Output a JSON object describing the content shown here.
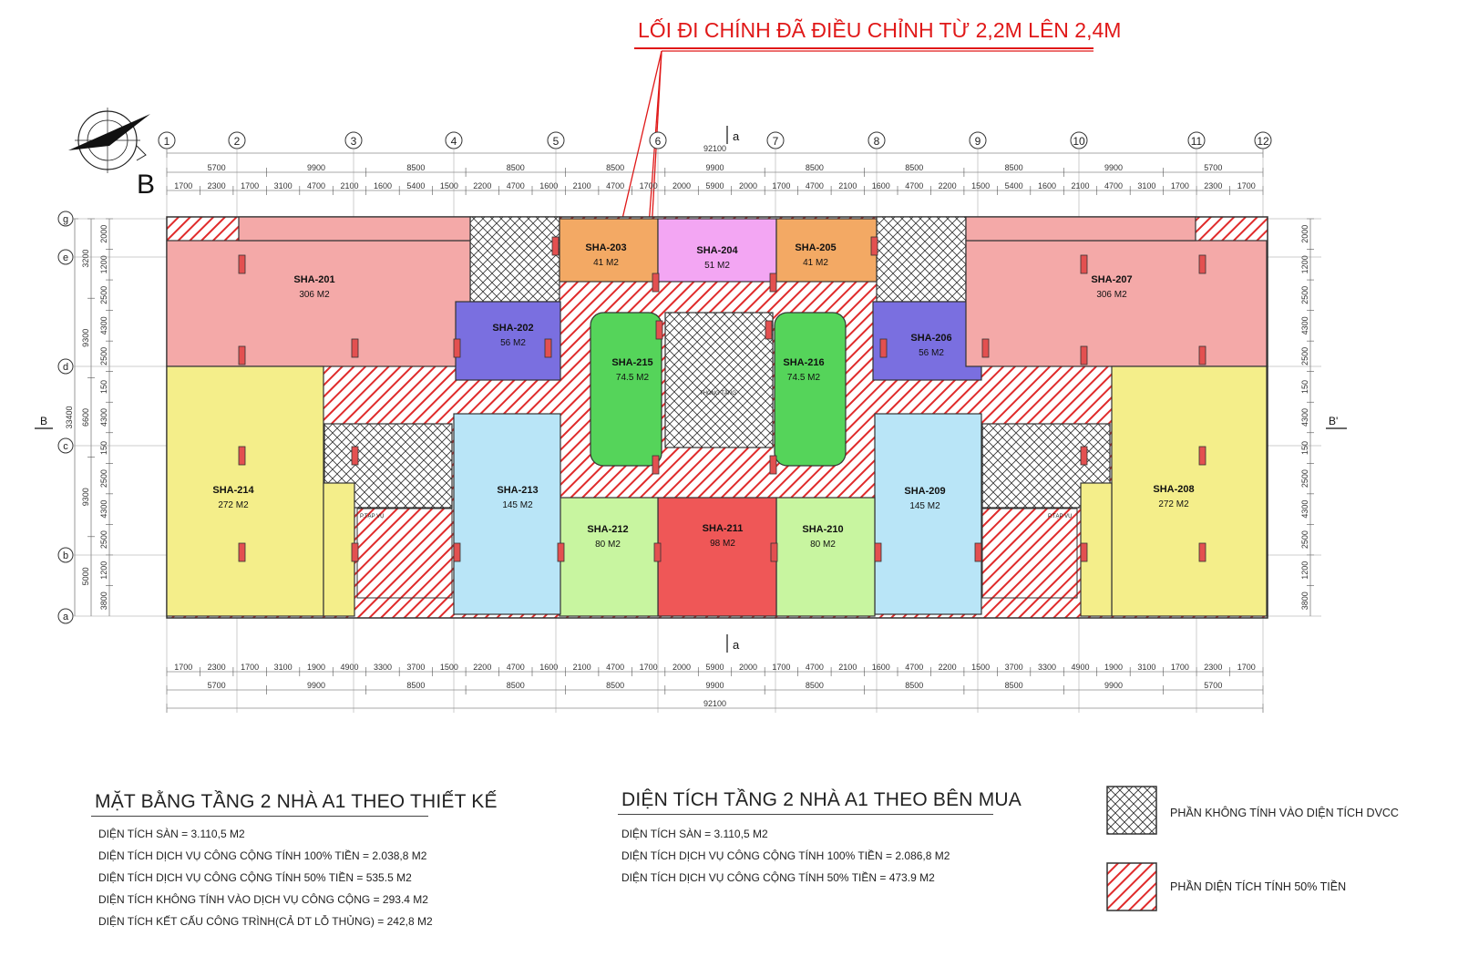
{
  "annotation": {
    "text": "LỐI ĐI CHÍNH ĐÃ ĐIỀU CHỈNH TỪ 2,2M LÊN 2,4M",
    "color": "#e01818"
  },
  "compass_label": "B",
  "section_marks": {
    "top": "a",
    "bottom": "a",
    "left": "B",
    "right": "B'"
  },
  "grid_columns": [
    "1",
    "2",
    "3",
    "4",
    "5",
    "6",
    "7",
    "8",
    "9",
    "10",
    "11",
    "12"
  ],
  "grid_rows": [
    "g",
    "e",
    "d",
    "c",
    "b",
    "a"
  ],
  "dimensions": {
    "total_width": "92100",
    "total_height": "33400",
    "top_major": [
      "5700",
      "9900",
      "8500",
      "8500",
      "8500",
      "9900",
      "8500",
      "8500",
      "8500",
      "9900",
      "5700"
    ],
    "top_minor": [
      "1700",
      "2300",
      "1700",
      "3100",
      "4700",
      "2100",
      "1600",
      "5400",
      "1500",
      "2200",
      "4700",
      "1600",
      "2100",
      "4700",
      "1700",
      "2000",
      "5900",
      "2000",
      "1700",
      "4700",
      "2100",
      "1600",
      "4700",
      "2200",
      "1500",
      "5400",
      "1600",
      "2100",
      "4700",
      "3100",
      "1700",
      "2300",
      "1700"
    ],
    "bottom_minor": [
      "1700",
      "2300",
      "1700",
      "3100",
      "1900",
      "4900",
      "3300",
      "3700",
      "1500",
      "2200",
      "4700",
      "1600",
      "2100",
      "4700",
      "1700",
      "2000",
      "5900",
      "2000",
      "1700",
      "4700",
      "2100",
      "1600",
      "4700",
      "2200",
      "1500",
      "3700",
      "3300",
      "4900",
      "1900",
      "3100",
      "1700",
      "2300",
      "1700"
    ],
    "bottom_major": [
      "5700",
      "9900",
      "8500",
      "8500",
      "8500",
      "9900",
      "8500",
      "8500",
      "8500",
      "9900",
      "5700"
    ],
    "left_major": [
      "3200",
      "9300",
      "6600",
      "9300",
      "5000"
    ],
    "left_minor": [
      "2000",
      "1200",
      "2500",
      "4300",
      "2500",
      "150",
      "4300",
      "150",
      "2500",
      "4300",
      "2500",
      "1200",
      "3800"
    ]
  },
  "units": [
    {
      "id": "SHA-201",
      "area": "306 M2",
      "color": "#f4a9a8"
    },
    {
      "id": "SHA-202",
      "area": "56 M2",
      "color": "#7a6fe0"
    },
    {
      "id": "SHA-203",
      "area": "41 M2",
      "color": "#f3a964"
    },
    {
      "id": "SHA-204",
      "area": "51 M2",
      "color": "#f3a6f3"
    },
    {
      "id": "SHA-205",
      "area": "41 M2",
      "color": "#f3a964"
    },
    {
      "id": "SHA-206",
      "area": "56 M2",
      "color": "#7a6fe0"
    },
    {
      "id": "SHA-207",
      "area": "306 M2",
      "color": "#f4a9a8"
    },
    {
      "id": "SHA-208",
      "area": "272 M2",
      "color": "#f4ee8a"
    },
    {
      "id": "SHA-209",
      "area": "145 M2",
      "color": "#b9e5f7"
    },
    {
      "id": "SHA-210",
      "area": "80 M2",
      "color": "#c8f5a0"
    },
    {
      "id": "SHA-211",
      "area": "98 M2",
      "color": "#ef5757"
    },
    {
      "id": "SHA-212",
      "area": "80 M2",
      "color": "#c8f5a0"
    },
    {
      "id": "SHA-213",
      "area": "145 M2",
      "color": "#b9e5f7"
    },
    {
      "id": "SHA-214",
      "area": "272 M2",
      "color": "#f4ee8a"
    },
    {
      "id": "SHA-215",
      "area": "74.5 M2",
      "color": "#55d45a"
    },
    {
      "id": "SHA-216",
      "area": "74.5 M2",
      "color": "#55d45a"
    }
  ],
  "small_labels": {
    "void": "THÔNG TẦNG",
    "service_left": "P.TẠP VỤ",
    "service_right": "P.TẠP VỤ"
  },
  "design_block": {
    "title": "MẶT BẰNG TẦNG 2 NHÀ A1 THEO THIẾT KẾ",
    "lines": [
      "DIỆN TÍCH SÀN = 3.110,5 M2",
      "DIỆN TÍCH DỊCH VỤ CÔNG CỘNG TÍNH 100% TIỀN = 2.038,8 M2",
      "DIỆN TÍCH DỊCH VỤ CÔNG CỘNG TÍNH 50% TIỀN = 535.5 M2",
      "DIỆN TÍCH KHÔNG TÍNH VÀO DỊCH VỤ CÔNG CỘNG = 293.4 M2",
      "DIỆN TÍCH KẾT CẤU CÔNG TRÌNH(CẢ DT LỖ THỦNG) = 242,8 M2"
    ]
  },
  "buyer_block": {
    "title": "DIỆN TÍCH TẦNG 2 NHÀ A1 THEO BÊN MUA",
    "lines": [
      "DIỆN TÍCH SÀN = 3.110,5 M2",
      "DIỆN TÍCH DỊCH VỤ CÔNG CỘNG TÍNH 100% TIỀN = 2.086,8 M2",
      "DIỆN TÍCH DỊCH VỤ CÔNG CỘNG TÍNH 50% TIỀN = 473.9 M2"
    ]
  },
  "legend": [
    {
      "pattern": "crosshatch",
      "label": "PHẦN KHÔNG TÍNH VÀO DIỆN TÍCH DVCC"
    },
    {
      "pattern": "red-diagonal",
      "label": "PHẦN DIỆN TÍCH TÍNH 50% TIỀN"
    }
  ]
}
